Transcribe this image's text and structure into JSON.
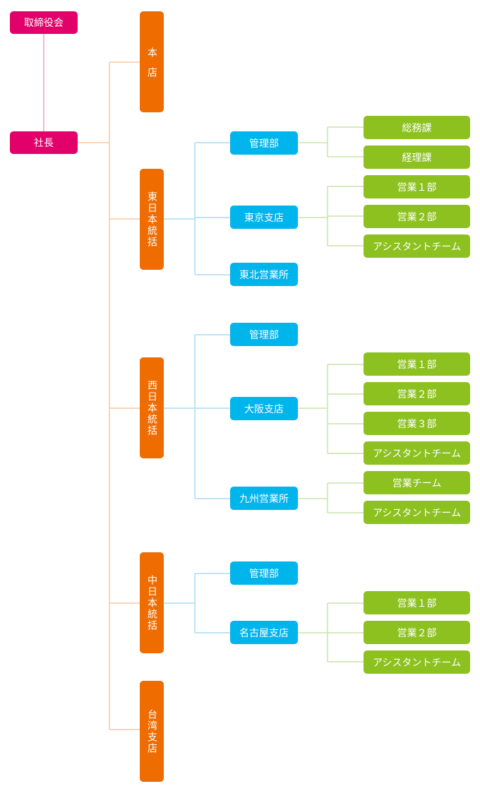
{
  "colors": {
    "exec": "#e2006a",
    "hq": "#ee6c00",
    "dept": "#00b4ec",
    "sect": "#8cc11f",
    "line_exec": "#f4a0b4",
    "line_hq": "#f8c8a0",
    "line_dept": "#a8dcf4",
    "line_sect": "#c8e4a8"
  },
  "board": "取締役会",
  "president": "社長",
  "honten": "本　店",
  "east": {
    "label": "東日本統括",
    "kanri": "管理部",
    "tokyo": {
      "label": "東京支店",
      "sections": [
        "営業１部",
        "営業２部",
        "アシスタントチーム"
      ]
    },
    "kanri_sections": [
      "総務課",
      "経理課"
    ],
    "tohoku": "東北営業所"
  },
  "west": {
    "label": "西日本統括",
    "kanri": "管理部",
    "osaka": {
      "label": "大阪支店",
      "sections": [
        "営業１部",
        "営業２部",
        "営業３部",
        "アシスタントチーム"
      ]
    },
    "kyushu": {
      "label": "九州営業所",
      "sections": [
        "営業チーム",
        "アシスタントチーム"
      ]
    }
  },
  "central": {
    "label": "中日本統括",
    "kanri": "管理部",
    "nagoya": {
      "label": "名古屋支店",
      "sections": [
        "営業１部",
        "営業２部",
        "アシスタントチーム"
      ]
    }
  },
  "taiwan": "台湾支店"
}
